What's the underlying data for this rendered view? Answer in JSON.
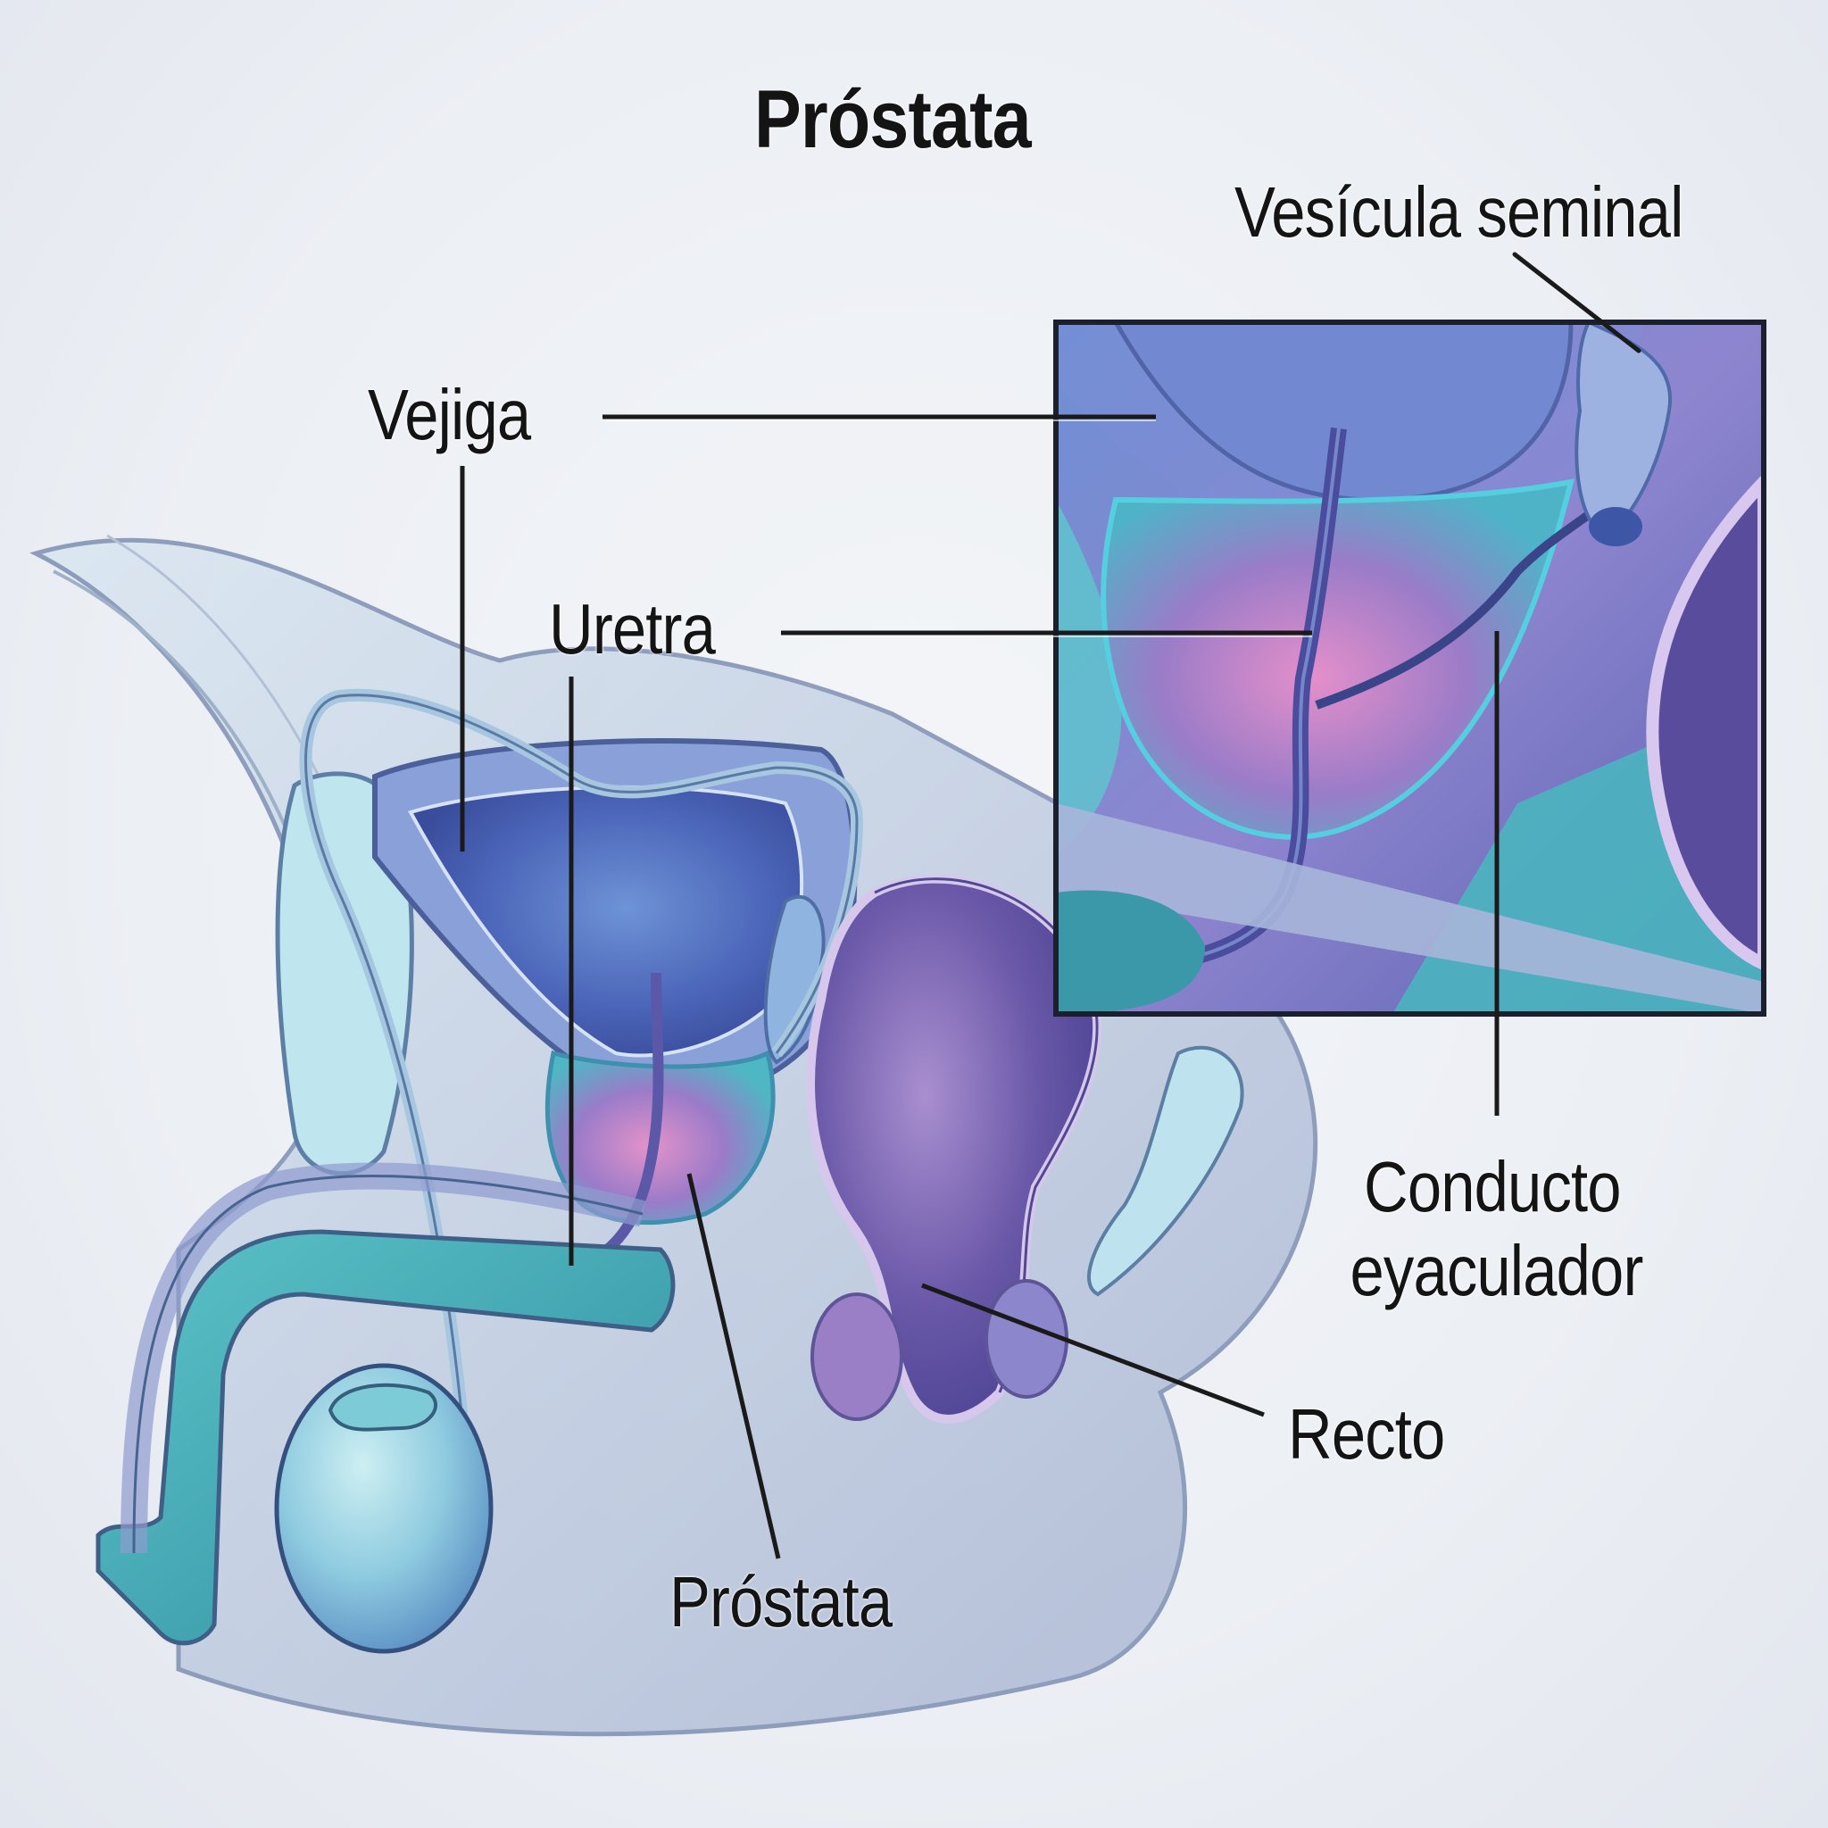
{
  "title": "Próstata",
  "labels": {
    "vesicula_seminal": "Vesícula seminal",
    "vejiga": "Vejiga",
    "uretra": "Uretra",
    "conducto_line1": "Conducto",
    "conducto_line2": "eyaculador",
    "recto": "Recto",
    "prostata": "Próstata"
  },
  "colors": {
    "background": "#eceff4",
    "label_text": "#141414",
    "leader_line": "#1a1a1a",
    "bladder": "#4a63b8",
    "prostate_pink": "#d98ac8",
    "teal": "#3fa9b3",
    "rectum_purple": "#6a58a8",
    "inset_border": "#1c1f2e"
  }
}
